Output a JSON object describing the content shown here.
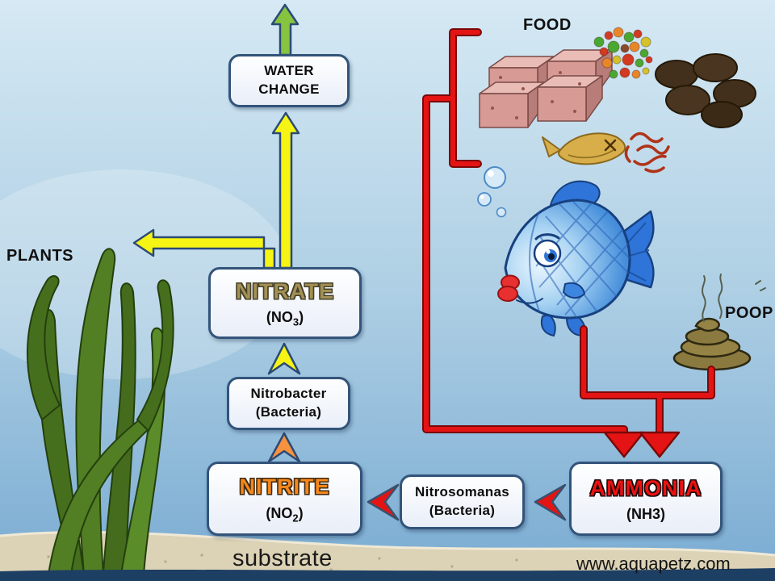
{
  "watermark": "www.aquapetz.com",
  "labels": {
    "plants": "PLANTS",
    "food": "FOOD",
    "poop": "POOP",
    "substrate": "substrate"
  },
  "nodes": {
    "water_change": {
      "line1": "WATER",
      "line2": "CHANGE"
    },
    "nitrate": {
      "title": "NITRATE",
      "formula_pre": "(NO",
      "formula_sub": "3",
      "formula_post": ")"
    },
    "nitrobacter": {
      "line1": "Nitrobacter",
      "line2": "(Bacteria)"
    },
    "nitrite": {
      "title": "NITRITE",
      "formula_pre": "(NO",
      "formula_sub": "2",
      "formula_post": ")"
    },
    "nitrosomanas": {
      "line1": "Nitrosomanas",
      "line2": "(Bacteria)"
    },
    "ammonia": {
      "title": "AMMONIA",
      "formula": "(NH3)"
    }
  },
  "icons": {
    "up_green_arrow": "water-change-output-arrow",
    "up_yellow_arrow": "nitrate-to-water-change-arrow",
    "left_yellow_arrow": "nitrate-to-plants-arrow",
    "yellow_chevron": "nitrobacter-to-nitrate-arrow",
    "orange_chevron": "nitrite-to-nitrobacter-arrow",
    "red_chevron_1": "ammonia-to-nitrosomanas-arrow",
    "red_chevron_2": "nitrosomanas-to-nitrite-arrow",
    "red_line_food": "food-to-ammonia-line",
    "red_line_fish_poop": "fish-poop-to-ammonia-line"
  },
  "colors": {
    "nitrate_title": "#a39154",
    "nitrite_title": "#f5871c",
    "ammonia_title": "#ee1111",
    "arrow_yellow": "#f6f414",
    "arrow_orange": "#f5913f",
    "arrow_green": "#86c440",
    "arrow_red": "#e41414",
    "box_border": "#33547a",
    "water_top": "#d6e9f4",
    "water_bottom": "#79abd2",
    "sand": "#dcd2b5",
    "bottom_strip": "#1d3f63"
  }
}
